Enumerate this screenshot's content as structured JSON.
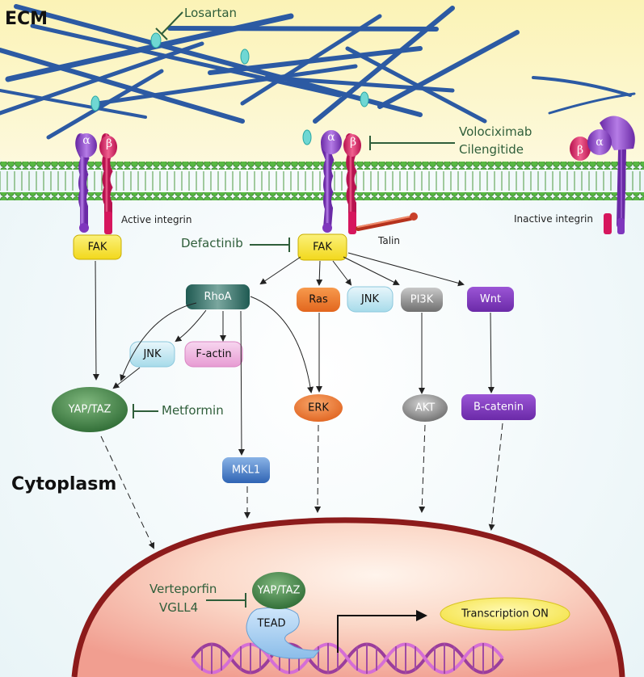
{
  "regions": {
    "ecm": "ECM",
    "cytoplasm": "Cytoplasm"
  },
  "drugs": {
    "losartan": "Losartan",
    "volociximab": "Volociximab",
    "cilengitide": "Cilengitide",
    "defactinib": "Defactinib",
    "metformin": "Metformin",
    "verteporfin": "Verteporfin",
    "vgll4": "VGLL4"
  },
  "integrins": {
    "alpha": "α",
    "beta": "β",
    "active": "Active integrin",
    "inactive": "Inactive integrin",
    "talin": "Talin"
  },
  "nodes": {
    "fak_left": "FAK",
    "fak_center": "FAK",
    "rhoa": "RhoA",
    "ras": "Ras",
    "jnk_top": "JNK",
    "pi3k": "PI3K",
    "wnt": "Wnt",
    "jnk_left": "JNK",
    "factin": "F-actin",
    "yaptaz_cyto": "YAP/TAZ",
    "erk": "ERK",
    "akt": "AKT",
    "bcatenin": "B-catenin",
    "mkl1": "MKL1",
    "yaptaz_nuc": "YAP/TAZ",
    "tead": "TEAD",
    "transcription": "Transcription ON"
  },
  "colors": {
    "ecm_bg": "#fbf5c4",
    "cyto_bg": "#eaf6f8",
    "nucleus_fill": "#f6c6b5",
    "nucleus_border": "#8c1b1b",
    "fiber": "#2c5aa3",
    "membrane_green": "#4cae3c",
    "drug_green": "#2f5e3a",
    "fak": "#f7e23a",
    "alpha": "#8c45c8",
    "beta": "#e0226a"
  }
}
